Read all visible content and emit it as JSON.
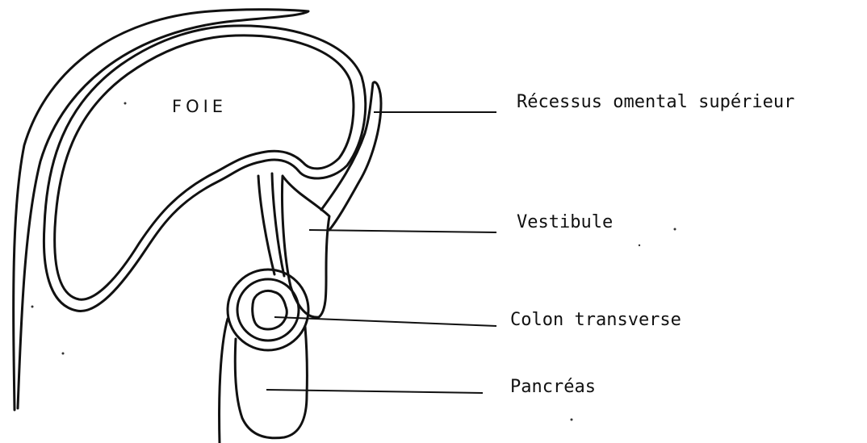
{
  "diagram": {
    "organ_label": "FOIE",
    "callouts": {
      "recessus": "Récessus omental supérieur",
      "vestibule": "Vestibule",
      "colon": "Colon transverse",
      "pancreas": "Pancréas"
    }
  }
}
